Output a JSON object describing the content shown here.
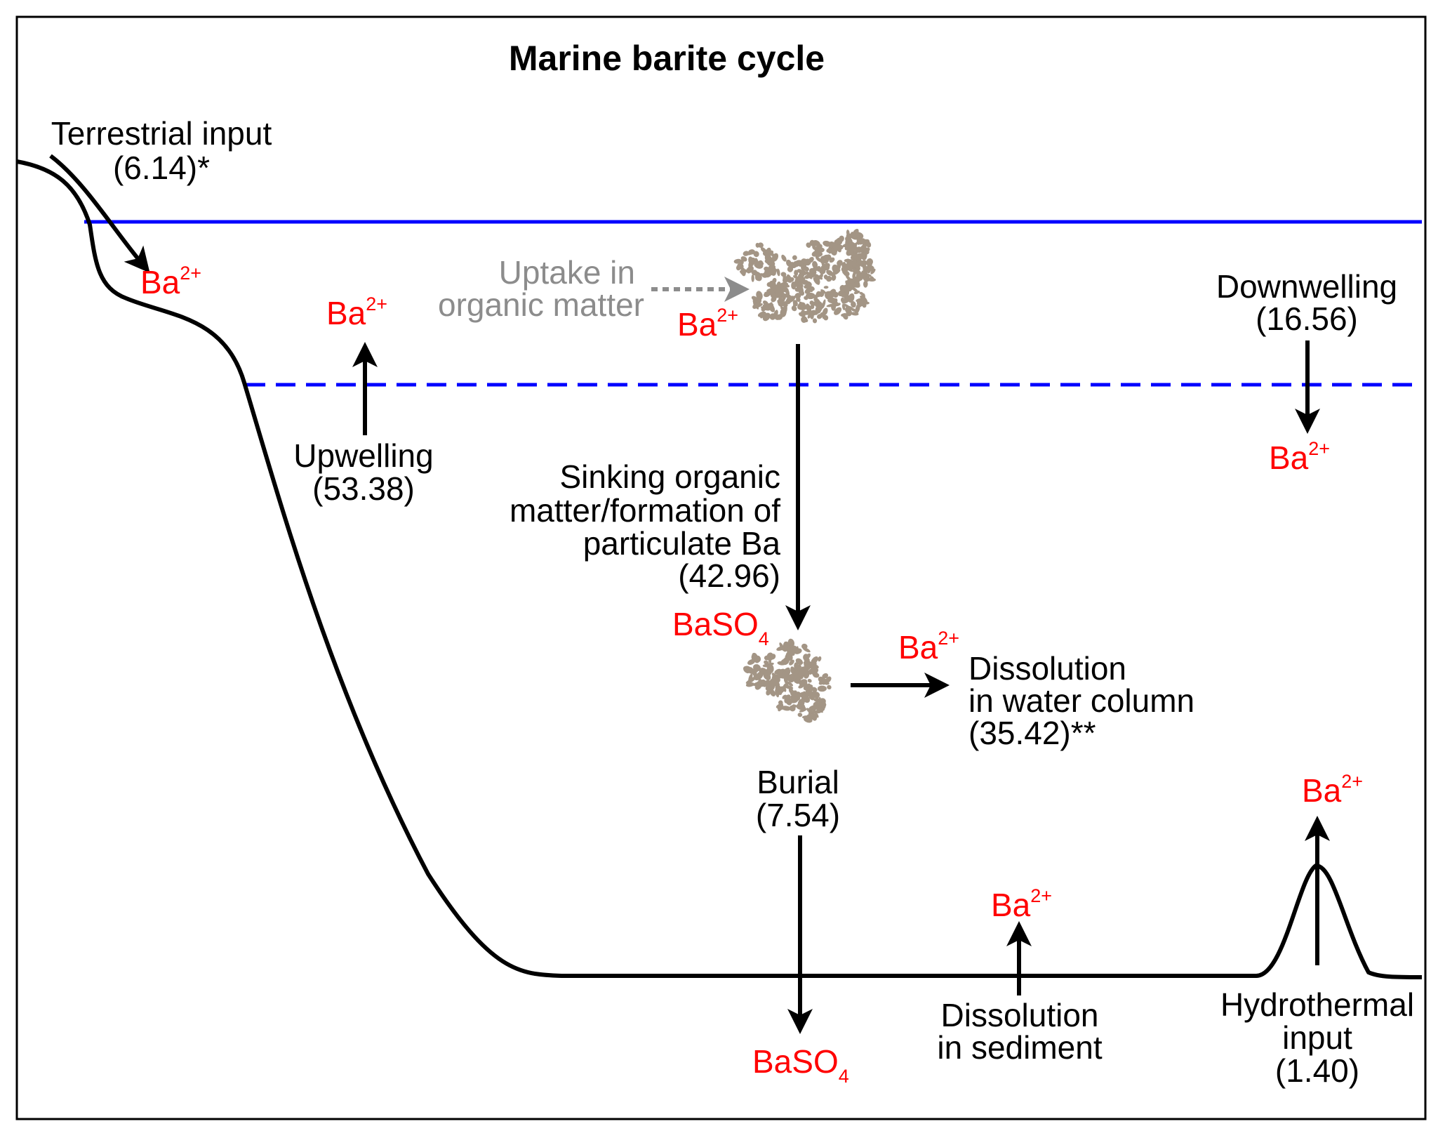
{
  "title": "Marine barite cycle",
  "colors": {
    "ion": "#ff0000",
    "surface_line": "#0000ff",
    "mixed_layer_line": "#0000ff",
    "particles": "#a39585",
    "uptake_text": "#8c8c8c",
    "seafloor": "#000000"
  },
  "ion": {
    "ba_base": "Ba",
    "ba_charge": "2+",
    "baso4_base": "BaSO",
    "baso4_sub": "4"
  },
  "labels": {
    "terrestrial": {
      "line1": "Terrestrial input",
      "line2": "(6.14)*"
    },
    "uptake": {
      "line1": "Uptake in",
      "line2": "organic matter"
    },
    "downwelling": {
      "line1": "Downwelling",
      "line2": "(16.56)"
    },
    "upwelling": {
      "line1": "Upwelling",
      "line2": "(53.38)"
    },
    "sinking": {
      "line1": "Sinking organic",
      "line2": "matter/formation of",
      "line3": "particulate Ba",
      "line4": "(42.96)"
    },
    "dissolution_water": {
      "line1": "Dissolution",
      "line2": "in water column",
      "line3": "(35.42)**"
    },
    "burial": {
      "line1": "Burial",
      "line2": "(7.54)"
    },
    "dissolution_sediment": {
      "line1": "Dissolution",
      "line2": "in sediment"
    },
    "hydrothermal": {
      "line1": "Hydrothermal",
      "line2": "input",
      "line3": "(1.40)"
    }
  },
  "icons": {
    "particle_cluster": "barite-particle-cluster-icon",
    "arrow": "arrow-icon"
  }
}
